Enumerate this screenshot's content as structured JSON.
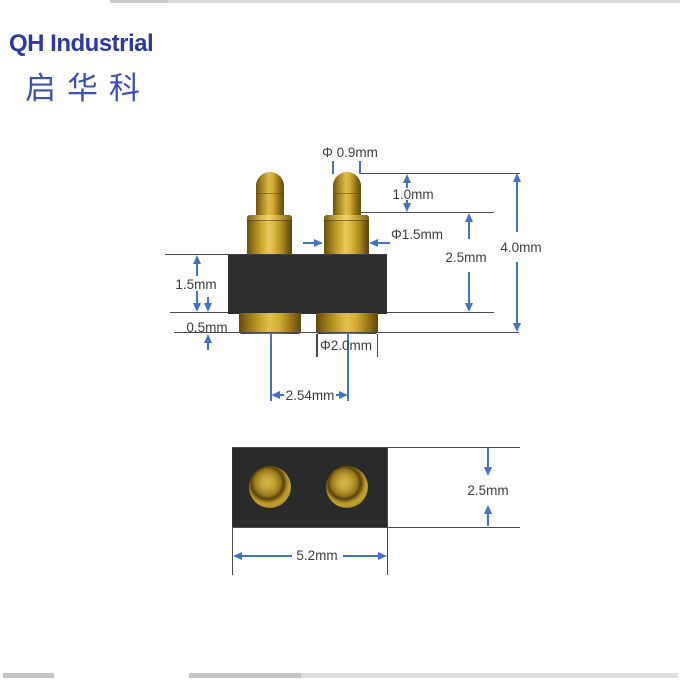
{
  "header": {
    "brand": "QH Industrial",
    "brand_cn": "启华科"
  },
  "colors": {
    "brand_blue": "#2c3a9e",
    "brand_cn_blue": "#3d51b4",
    "dimension_arrow_blue": "#4472c4",
    "drawing_line_gray": "#4a4a4a",
    "label_text_gray": "#3d3d3d",
    "housing_black": "#2b2b2b",
    "pin_gold": "#d4ab35"
  },
  "side_view": {
    "dims": {
      "tip_diameter": "Φ 0.9mm",
      "tip_height": "1.0mm",
      "barrel_diameter": "Φ1.5mm",
      "exposed_height": "2.5mm",
      "total_height": "4.0mm",
      "housing_height": "1.5mm",
      "tail_height": "0.5mm",
      "tail_diameter": "Φ2.0mm",
      "pitch": "2.54mm"
    }
  },
  "top_view": {
    "dims": {
      "body_length": "5.2mm",
      "body_width": "2.5mm"
    }
  }
}
